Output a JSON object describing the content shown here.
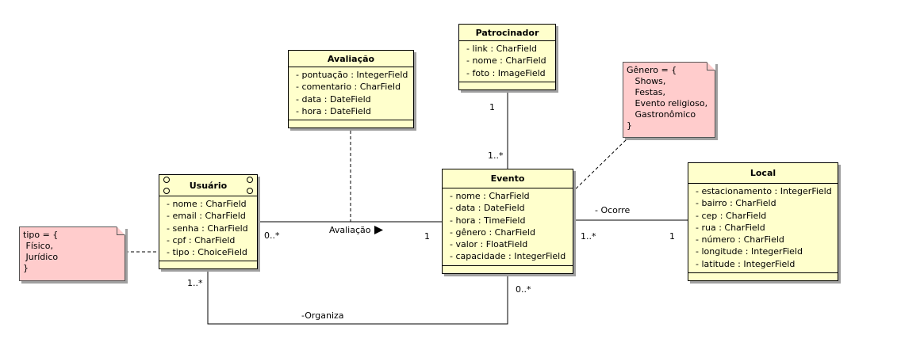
{
  "classes": {
    "patrocinador": {
      "name": "Patrocinador",
      "attributes": [
        "- link : CharField",
        "- nome : CharField",
        "- foto : ImageField"
      ]
    },
    "avaliacao": {
      "name": "Avaliação",
      "attributes": [
        "- pontuação : IntegerField",
        "- comentario : CharField",
        "- data : DateField",
        "- hora : DateField"
      ]
    },
    "usuario": {
      "name": "Usuário",
      "attributes": [
        "- nome : CharField",
        "- email : CharField",
        "- senha : CharField",
        "- cpf : CharField",
        "- tipo : ChoiceField"
      ]
    },
    "evento": {
      "name": "Evento",
      "attributes": [
        "- nome : CharField",
        "- data : DateField",
        "- hora : TimeField",
        "- gênero : CharField",
        "- valor : FloatField",
        "- capacidade : IntegerField"
      ]
    },
    "local": {
      "name": "Local",
      "attributes": [
        "- estacionamento : IntegerField",
        "- bairro : CharField",
        "- cep : CharField",
        "- rua : CharField",
        "- número : CharField",
        "- longitude : IntegerField",
        "- latitude : IntegerField"
      ]
    }
  },
  "notes": {
    "genero": "Gênero = {\n   Shows,\n   Festas,\n   Evento religioso,\n   Gastronômico\n}",
    "tipo": "tipo = {\n Físico,\n Jurídico\n}"
  },
  "labels": {
    "patro_mult": "1",
    "evento_top_mult": "1..*",
    "aval_assoc": "Avaliação",
    "aval_user_mult": "0..*",
    "aval_evento_mult": "1",
    "ocorre": "- Ocorre",
    "ocorre_evento_mult": "1..*",
    "ocorre_local_mult": "1",
    "user_org_mult": "1..*",
    "evento_org_mult": "0..*",
    "organiza": "-Organiza"
  }
}
